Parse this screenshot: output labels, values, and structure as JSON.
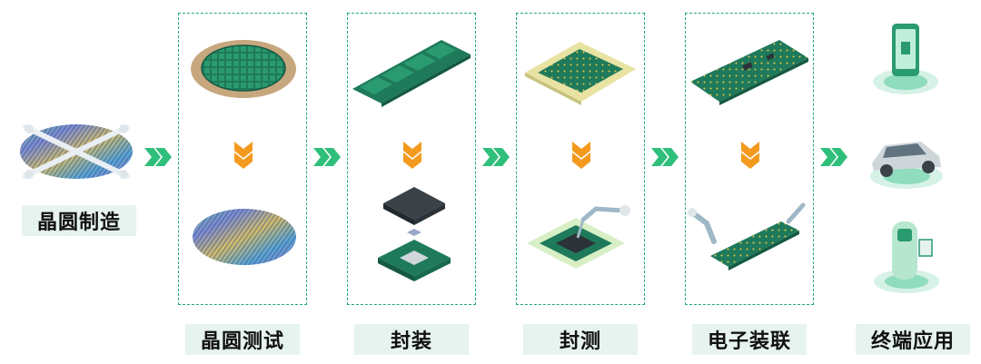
{
  "stages": {
    "wafer_fab": "晶圆制造",
    "wafer_test": "晶圆测试",
    "packaging": "封装",
    "package_test": "封测",
    "electronic_assembly": "电子装联",
    "end_application": "终端应用"
  },
  "colors": {
    "panel_border": "#1fa58a",
    "label_bg": "#e6f3ef",
    "chevron": "#2fbf7a",
    "down_arrow": "#f39a1e",
    "pcb_green": "#1e7a5a"
  },
  "icons": {
    "chevron": "double-chevron-right-icon",
    "down": "double-chevron-down-icon"
  }
}
